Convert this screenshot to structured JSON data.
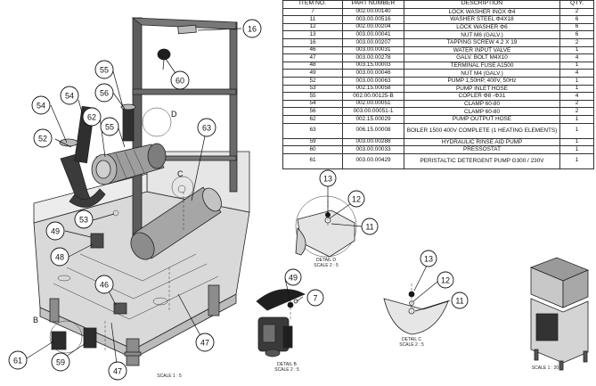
{
  "bom": {
    "headers": [
      "ITEM NO.",
      "PART NUMBER",
      "DESCRIPTION",
      "QTY."
    ],
    "rows": [
      [
        "7",
        "002.00.00140",
        "LOCK WASHER INOX Φ4",
        "2"
      ],
      [
        "11",
        "003.00.00516",
        "WASHER STEEL Φ4X18",
        "6"
      ],
      [
        "12",
        "002.00.00204",
        "LOCK WASHER Φ6",
        "6"
      ],
      [
        "13",
        "003.00.00041",
        "NUT M6 (GALV.)",
        "6"
      ],
      [
        "16",
        "003.00.00207",
        "TAPPING SCREW 4.2 X 19",
        "2"
      ],
      [
        "46",
        "003.00.00031",
        "WATER INPUT VALVE",
        "1"
      ],
      [
        "47",
        "003.00.00278",
        "GALV. BOLT M4X10",
        "4"
      ],
      [
        "48",
        "003.15.00003",
        "TERMINAL FUSE A1500",
        "1"
      ],
      [
        "49",
        "003.00.00046",
        "NUT M4 (GALV.)",
        "4"
      ],
      [
        "52",
        "003.00.00063",
        "PUMP 1,50HP, 400V, 50Hz",
        "1"
      ],
      [
        "53",
        "002.15.00058",
        "PUMP INLET HOSE",
        "1"
      ],
      [
        "55",
        "002.00.00125-B",
        "COPLER Φ8 -Φ31",
        "4"
      ],
      [
        "54",
        "002.00.00051",
        "CLAMP 60-80",
        "2"
      ],
      [
        "56",
        "003.00.00051-1",
        "CLAMP 60-80",
        "2"
      ],
      [
        "62",
        "002.15.00029",
        "PUMP OUTPUT HOSE",
        "1"
      ],
      [
        "63",
        "006.15.00008",
        "BOILER 1500 400V COMPLETE (1 HEATING ELEMENTS)",
        "1"
      ],
      [
        "59",
        "003.00.00288",
        "HYDRAULIC RINSE AID PUMP",
        "1"
      ],
      [
        "60",
        "003.00.00033",
        "PRESSOSTAT",
        "1"
      ],
      [
        "61",
        "003.00.00429",
        "PERISTALTIC DETERGENT PUMP G300 / 230V",
        "1"
      ]
    ]
  },
  "balloons": {
    "b16": "16",
    "b60": "60",
    "b55a": "55",
    "b56": "56",
    "b54a": "54",
    "b54b": "54",
    "b62": "62",
    "b55b": "55",
    "b63": "63",
    "b52": "52",
    "b53": "53",
    "b49a": "49",
    "b48": "48",
    "b46": "46",
    "b47a": "47",
    "b47b": "47",
    "b61": "61",
    "b59": "59",
    "b13a": "13",
    "b12a": "12",
    "b11a": "11",
    "b49b": "49",
    "b7": "7",
    "b13b": "13",
    "b12b": "12",
    "b11b": "11"
  },
  "labels": {
    "view_D": "D",
    "view_C": "C",
    "view_B": "B",
    "detail_d_title": "DETAIL D",
    "detail_d_scale": "SCALE 2 : 5",
    "detail_b_title": "DETAIL B",
    "detail_b_scale": "SCALE 2 : 5",
    "detail_c_title": "DETAIL C",
    "detail_c_scale": "SCALE 2 : 5",
    "main_scale": "SCALE 1 : 5",
    "iso_scale": "SCALE 1 : 20"
  }
}
